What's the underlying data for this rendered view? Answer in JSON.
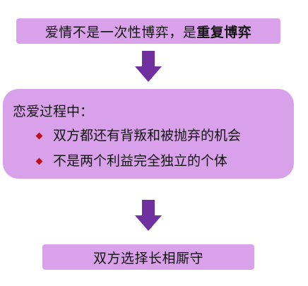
{
  "top": {
    "text_normal": "爱情不是一次性博弈，是",
    "text_bold": "重复博弈"
  },
  "middle": {
    "heading": "恋爱过程中：",
    "items": [
      "双方都还有背叛和被抛弃的机会",
      "不是两个利益完全独立的个体"
    ]
  },
  "bottom": {
    "text": "双方选择长相厮守"
  },
  "colors": {
    "box_fill": "#d9a1ea",
    "arrow": "#7030a0",
    "bullet": "#c0111b"
  }
}
